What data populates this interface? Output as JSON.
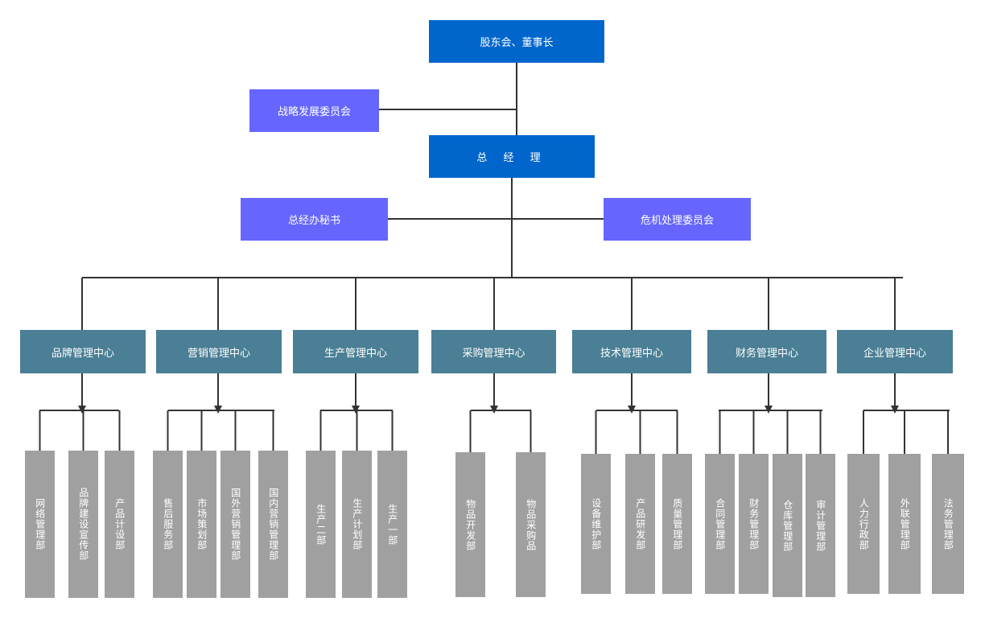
{
  "top": {
    "label": "股东会、董事长"
  },
  "strategy": {
    "label": "战略发展委员会"
  },
  "gm": {
    "label": "总 经 理"
  },
  "secretary": {
    "label": "总经办秘书"
  },
  "crisis": {
    "label": "危机处理委员会"
  },
  "centers": [
    {
      "label": "品牌管理中心",
      "departments": [
        "网络管理部",
        "品牌建设宣传部",
        "产品计设部"
      ]
    },
    {
      "label": "营销管理中心",
      "departments": [
        "售后服务部",
        "市场策划部",
        "国外营销管理部",
        "国内营销管理部"
      ]
    },
    {
      "label": "生产管理中心",
      "departments": [
        "生产二部",
        "生产计划部",
        "生产一部"
      ]
    },
    {
      "label": "采购管理中心",
      "departments": [
        "物品开发部",
        "物品采购品"
      ]
    },
    {
      "label": "技术管理中心",
      "departments": [
        "设备维护部",
        "产品研发部",
        "质量管理部"
      ]
    },
    {
      "label": "财务管理中心",
      "departments": [
        "合同管理部",
        "财务管理部",
        "仓库管理部",
        "审计管理部"
      ]
    },
    {
      "label": "企业管理中心",
      "departments": [
        "人力行政部",
        "外联管理部",
        "法务管理部"
      ]
    }
  ],
  "colors": {
    "top": "#0066cc",
    "staff": "#6666ff",
    "center": "#4a7f95",
    "department": "#a0a0a0",
    "line": "#333333"
  }
}
